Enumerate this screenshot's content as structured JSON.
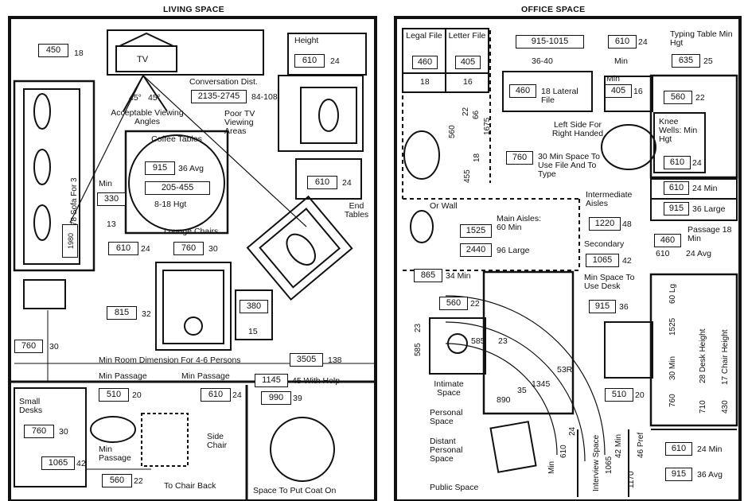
{
  "living": {
    "title": "LIVING SPACE",
    "tv": "TV",
    "height_label": "Height",
    "dim_450": "450",
    "dim_18": "18",
    "dim_610": "610",
    "dim_24": "24",
    "angle_left": "45°",
    "angle_right": "45°",
    "acceptable_viewing": "Acceptable Viewing Angles",
    "conversation_dist": "Conversation Dist.",
    "dim_2135_2745": "2135-2745",
    "dim_84_108": "84-108",
    "poor_tv": "Poor TV Viewing Areas",
    "coffee_tables": "Coffee Tables",
    "dim_915": "915",
    "dim_36avg": "36 Avg",
    "dim_205_455": "205-455",
    "dim_8_18": "8-18 Hgt",
    "sofa_label": "78 Sofa For 3",
    "dim_1980": "1980",
    "min": "Min",
    "dim_330": "330",
    "dim_13": "13",
    "lounge_chairs": "Lounge Chairs",
    "dim_610b": "610",
    "dim_24b": "24",
    "dim_760": "760",
    "dim_30": "30",
    "end_table_610": "610",
    "end_table_24": "24",
    "end_tables": "End Tables",
    "dim_815": "815",
    "dim_32": "32",
    "dim_380": "380",
    "dim_15": "15",
    "dim_760b": "760",
    "dim_30b": "30",
    "min_room": "Min Room Dimension For 4-6 Persons",
    "dim_3505": "3505",
    "dim_138": "138",
    "min_passage_1": "Min Passage",
    "dim_510": "510",
    "dim_20": "20",
    "min_passage_2": "Min Passage",
    "dim_610c": "610",
    "dim_24c": "24",
    "dim_1145": "1145",
    "with_help": "45 With Help",
    "dim_990": "990",
    "dim_39": "39",
    "small_desks": "Small Desks",
    "dim_760c": "760",
    "dim_30c": "30",
    "dim_1065": "1065",
    "dim_42": "42",
    "min_passage_3": "Min Passage",
    "side_chair": "Side Chair",
    "dim_560": "560",
    "dim_22": "22",
    "to_chair_back": "To Chair Back",
    "coat_space": "Space To Put Coat On"
  },
  "office": {
    "title": "OFFICE SPACE",
    "legal_file": "Legal File",
    "letter_file": "Letter File",
    "dim_460": "460",
    "dim_405": "405",
    "dim_18": "18",
    "dim_16": "16",
    "dim_915_1015": "915-1015",
    "dim_36_40": "36-40",
    "dim_610": "610",
    "dim_24": "24",
    "min": "Min",
    "typing_table": "Typing Table Min Hgt",
    "dim_635": "635",
    "dim_25": "25",
    "dim_460b": "460",
    "lateral_file": "18 Lateral File",
    "min2": "Min",
    "dim_405b": "405",
    "dim_16b": "16",
    "dim_560": "560",
    "dim_22": "22",
    "dim_560v": "560",
    "dim_22v": "22",
    "dim_66v": "66",
    "dim_1675v": "1675",
    "dim_455v": "455",
    "dim_18v": "18",
    "left_side": "Left Side For Right Handed",
    "dim_760": "760",
    "min_space_file": "30 Min Space To Use File And To Type",
    "knee_wells": "Knee Wells: Min Hgt",
    "dim_610b": "610",
    "dim_24b": "24",
    "dim_610c": "610",
    "dim_24min": "24 Min",
    "intermediate": "Intermediate Aisles",
    "dim_915": "915",
    "dim_36large": "36 Large",
    "or_wall": "Or Wall",
    "main_aisles": "Main Aisles: 60 Min",
    "dim_1525": "1525",
    "dim_2440": "2440",
    "dim_96large": "96 Large",
    "dim_1220": "1220",
    "dim_48": "48",
    "secondary": "Secondary",
    "dim_1065": "1065",
    "dim_42": "42",
    "passage": "Passage 18 Min",
    "dim_460c": "460",
    "dim_610d": "610",
    "dim_24avg": "24 Avg",
    "dim_865": "865",
    "dim_34min": "34 Min",
    "min_space_desk": "Min Space To Use Desk",
    "dim_915b": "915",
    "dim_36": "36",
    "dim_560b": "560",
    "dim_22b": "22",
    "dim_585": "585",
    "dim_23": "23",
    "dim_585b": "585",
    "dim_23b": "23",
    "dim_1525v": "1525",
    "dim_60lg": "60 Lg",
    "dim_760v": "760",
    "dim_30min": "30 Min",
    "desk_height": "28 Desk Height",
    "dim_710": "710",
    "chair_height": "17 Chair Height",
    "dim_430": "430",
    "dim_890": "890",
    "dim_35": "35",
    "dim_1345": "1345",
    "dim_53r": "53R",
    "dim_510": "510",
    "dim_20": "20",
    "intimate": "Intimate Space",
    "personal": "Personal Space",
    "distant": "Distant Personal Space",
    "public": "Public Space",
    "min_v": "Min",
    "dim_610v": "610",
    "dim_24v": "24",
    "interview": "Interview Space",
    "dim_1065v": "1065",
    "dim_42min": "42 Min",
    "dim_1170v": "1170",
    "dim_46pref": "46 Pref",
    "dim_610e": "610",
    "dim_24min2": "24 Min",
    "dim_915c": "915",
    "dim_36avg": "36 Avg"
  }
}
